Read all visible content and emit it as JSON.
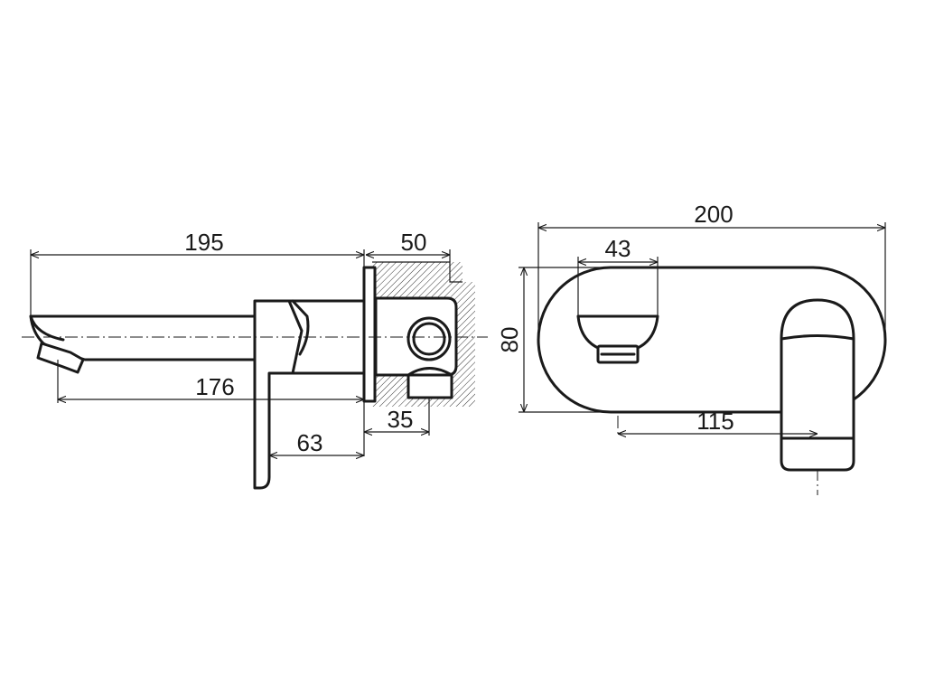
{
  "colors": {
    "line": "#1a1a1a",
    "background": "#ffffff",
    "hatch": "#1a1a1a"
  },
  "side_view": {
    "dim_overall_spout_length": "195",
    "dim_wall_box_depth": "50",
    "dim_spout_projection": "176",
    "dim_handle_offset": "63",
    "dim_connection_offset": "35"
  },
  "front_view": {
    "dim_plate_width": "200",
    "dim_outlet_diameter": "43",
    "dim_plate_height": "80",
    "dim_centre_distance": "115"
  }
}
